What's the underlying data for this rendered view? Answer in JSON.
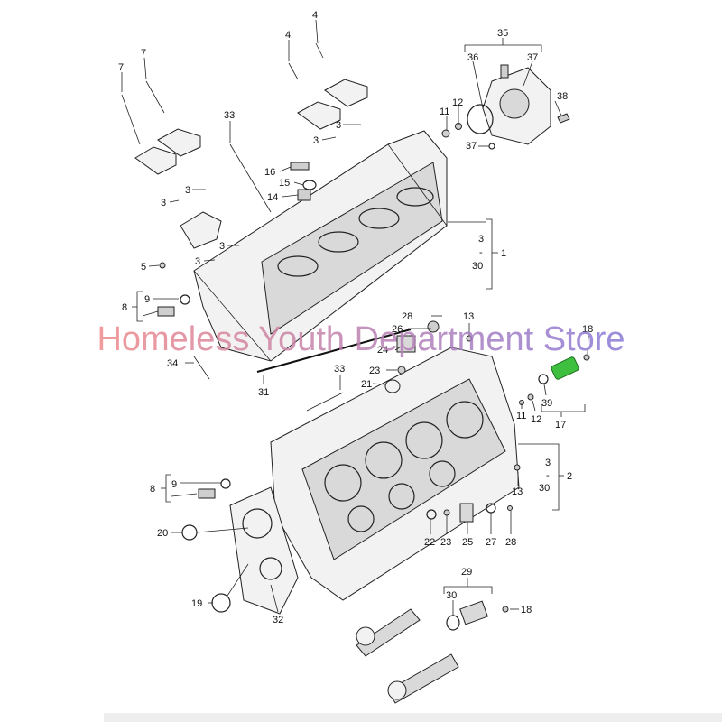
{
  "watermark": "Homeless Youth Department Store",
  "labels": {
    "c35": "35",
    "c36": "36",
    "c37a": "37",
    "c38": "38",
    "c12a": "12",
    "c11a": "11",
    "c37b": "37",
    "c4a": "4",
    "c4b": "4",
    "c7a": "7",
    "c7b": "7",
    "c33a": "33",
    "c3a": "3",
    "c3b": "3",
    "c3c": "3",
    "c3d": "3",
    "c3e": "3",
    "c3f": "3",
    "c16": "16",
    "c15": "15",
    "c14": "14",
    "c5": "5",
    "c8a": "8",
    "c9a": "9",
    "r1_top": "3",
    "r1_dash": "-",
    "r1_bot": "30",
    "r1_ref": "1",
    "c34": "34",
    "c31": "31",
    "c28a": "28",
    "c26": "26",
    "c24": "24",
    "c23a": "23",
    "c21": "21",
    "c13a": "13",
    "c18a": "18",
    "c33b": "33",
    "c11b": "11",
    "c12b": "12",
    "c39": "39",
    "c17": "17",
    "r2_top": "3",
    "r2_dash": "-",
    "r2_bot": "30",
    "r2_ref": "2",
    "c13b": "13",
    "c9b": "9",
    "c8b": "8",
    "c20": "20",
    "c19": "19",
    "c32": "32",
    "c22": "22",
    "c23b": "23",
    "c25": "25",
    "c27": "27",
    "c28b": "28",
    "c29": "29",
    "c30": "30",
    "c18b": "18"
  },
  "colors": {
    "highlight_part": "#3fbf3f",
    "watermark_start": "#f08a8a",
    "watermark_end": "#8a7ad8"
  }
}
